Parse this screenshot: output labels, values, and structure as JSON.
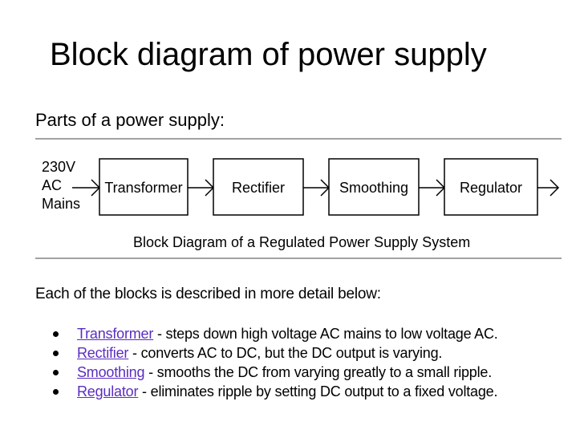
{
  "slide": {
    "title": "Block diagram of power supply",
    "subtitle": "Parts of a power supply:"
  },
  "diagram": {
    "input_label": [
      "230V",
      "AC",
      "Mains"
    ],
    "blocks": [
      "Transformer",
      "Rectifier",
      "Smoothing",
      "Regulator"
    ],
    "caption": "Block Diagram of a Regulated Power Supply System"
  },
  "description": {
    "intro": "Each of the blocks is described in more detail below:",
    "items": [
      {
        "link": "Transformer",
        "text": " - steps down high voltage AC mains to low voltage AC."
      },
      {
        "link": "Rectifier",
        "text": " - converts AC to DC, but the DC output is varying."
      },
      {
        "link": "Smoothing",
        "text": " - smooths the DC from varying greatly to a small ripple."
      },
      {
        "link": "Regulator",
        "text": " - eliminates ripple by setting DC output to a fixed voltage."
      }
    ]
  },
  "colors": {
    "link": "#5b2dbf",
    "text": "#000000",
    "background": "#ffffff"
  }
}
